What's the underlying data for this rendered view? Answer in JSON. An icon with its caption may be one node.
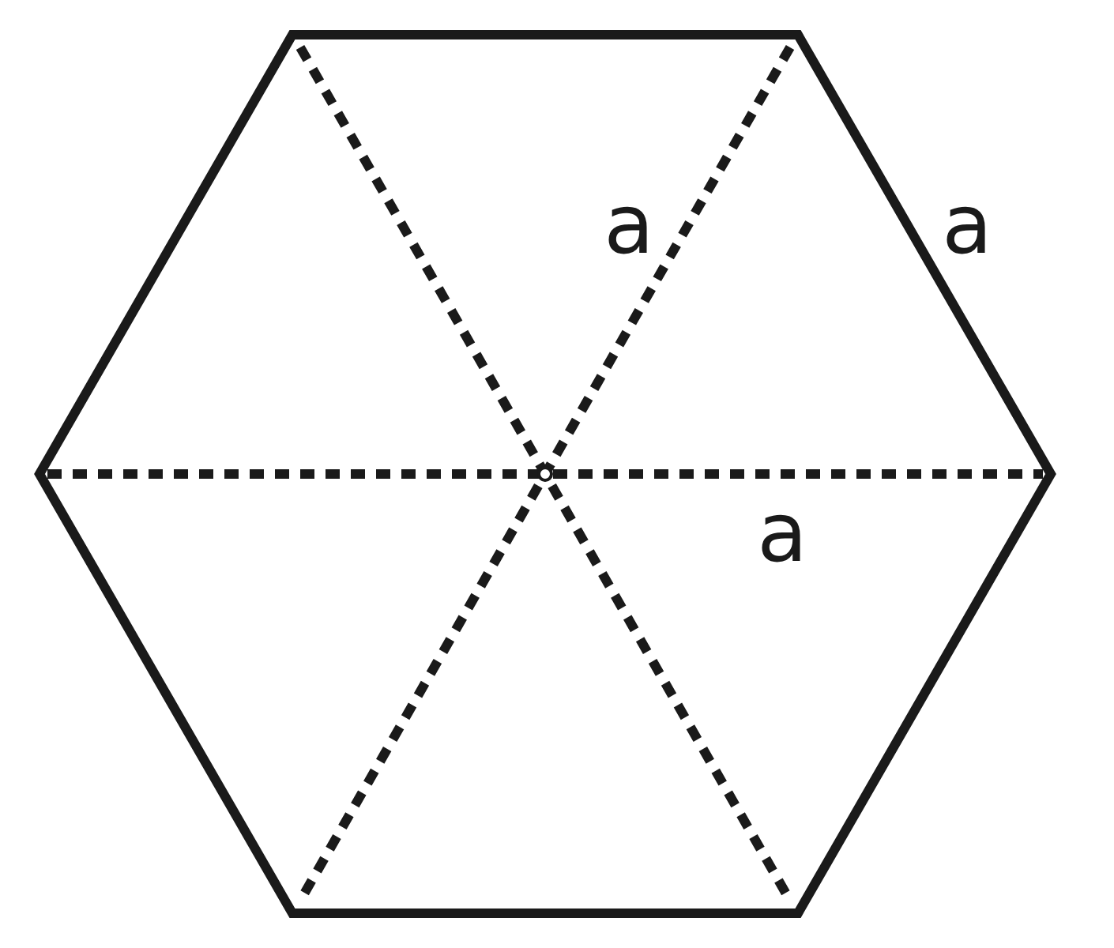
{
  "diagram": {
    "labels": [
      "a",
      "a",
      "a"
    ]
  }
}
